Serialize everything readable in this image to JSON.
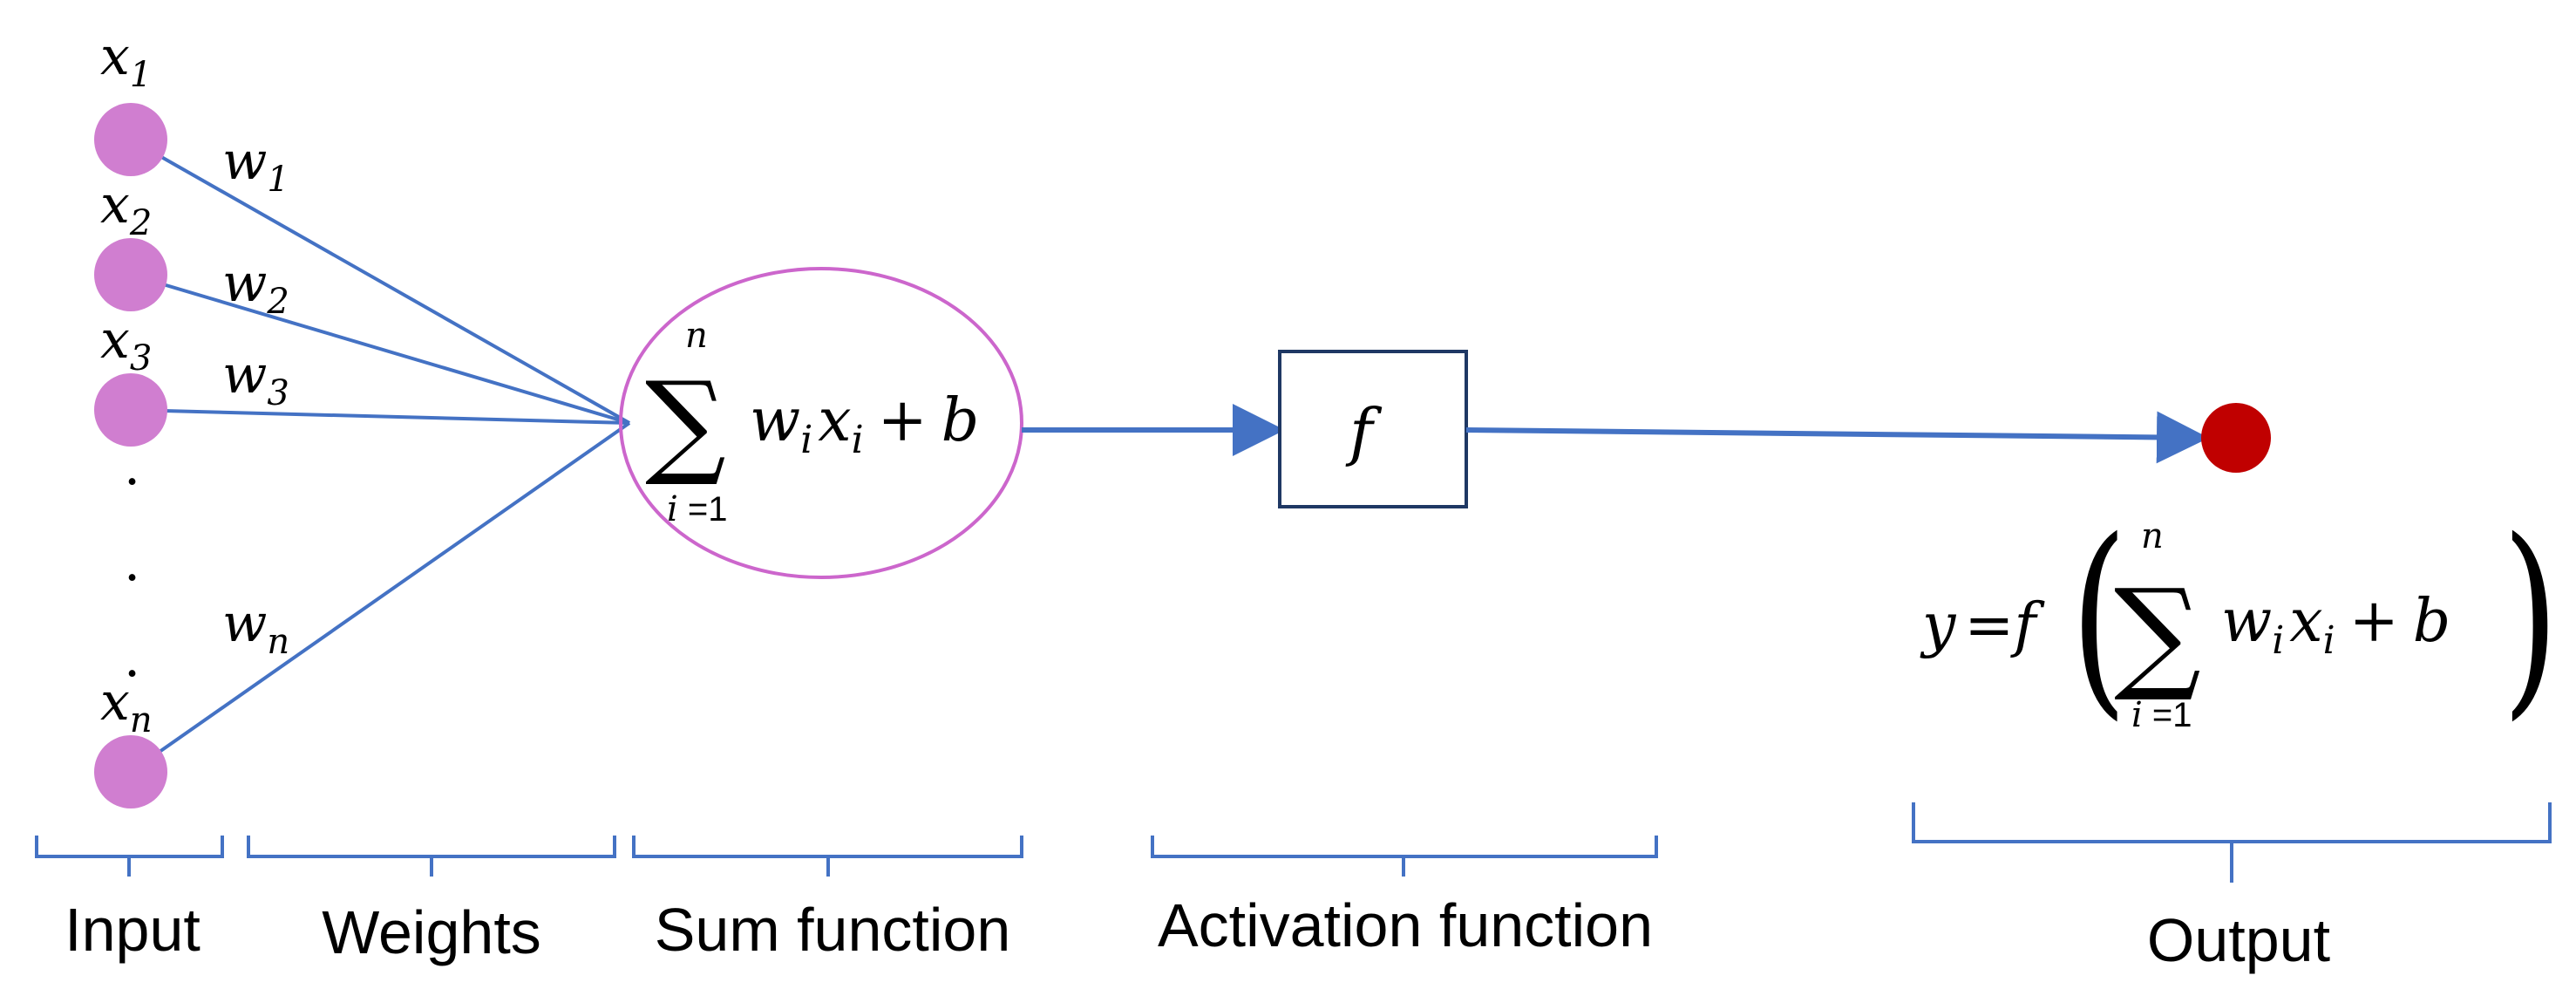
{
  "colors": {
    "input_node": "#d07ed0",
    "output_node": "#c00000",
    "connector": "#4472c4",
    "sum_ellipse": "#cc66cc",
    "activation_box": "#1f3864",
    "text": "#000000"
  },
  "inputs": [
    {
      "var": "x",
      "sub": "1",
      "weight_var": "w",
      "weight_sub": "1"
    },
    {
      "var": "x",
      "sub": "2",
      "weight_var": "w",
      "weight_sub": "2"
    },
    {
      "var": "x",
      "sub": "3",
      "weight_var": "w",
      "weight_sub": "3"
    },
    {
      "var": "x",
      "sub": "n",
      "weight_var": "w",
      "weight_sub": "n"
    }
  ],
  "ellipsis": ".",
  "sum_function": {
    "sigma": "∑",
    "upper": "n",
    "lower_var": "i",
    "lower_rest": " =1",
    "w": "w",
    "w_sub": "i",
    "x": "x",
    "x_sub": "i",
    "plus": "+",
    "bias": "b"
  },
  "activation": {
    "symbol": "f"
  },
  "output_formula": {
    "y": "y",
    "equals": "=",
    "f": "f",
    "open_paren": "(",
    "close_paren": ")",
    "sigma": "∑",
    "upper": "n",
    "lower_var": "i",
    "lower_rest": " =1",
    "w": "w",
    "w_sub": "i",
    "x": "x",
    "x_sub": "i",
    "plus": "+",
    "bias": "b"
  },
  "stage_labels": {
    "input": "Input",
    "weights": "Weights",
    "sum": "Sum function",
    "activation": "Activation function",
    "output": "Output"
  }
}
